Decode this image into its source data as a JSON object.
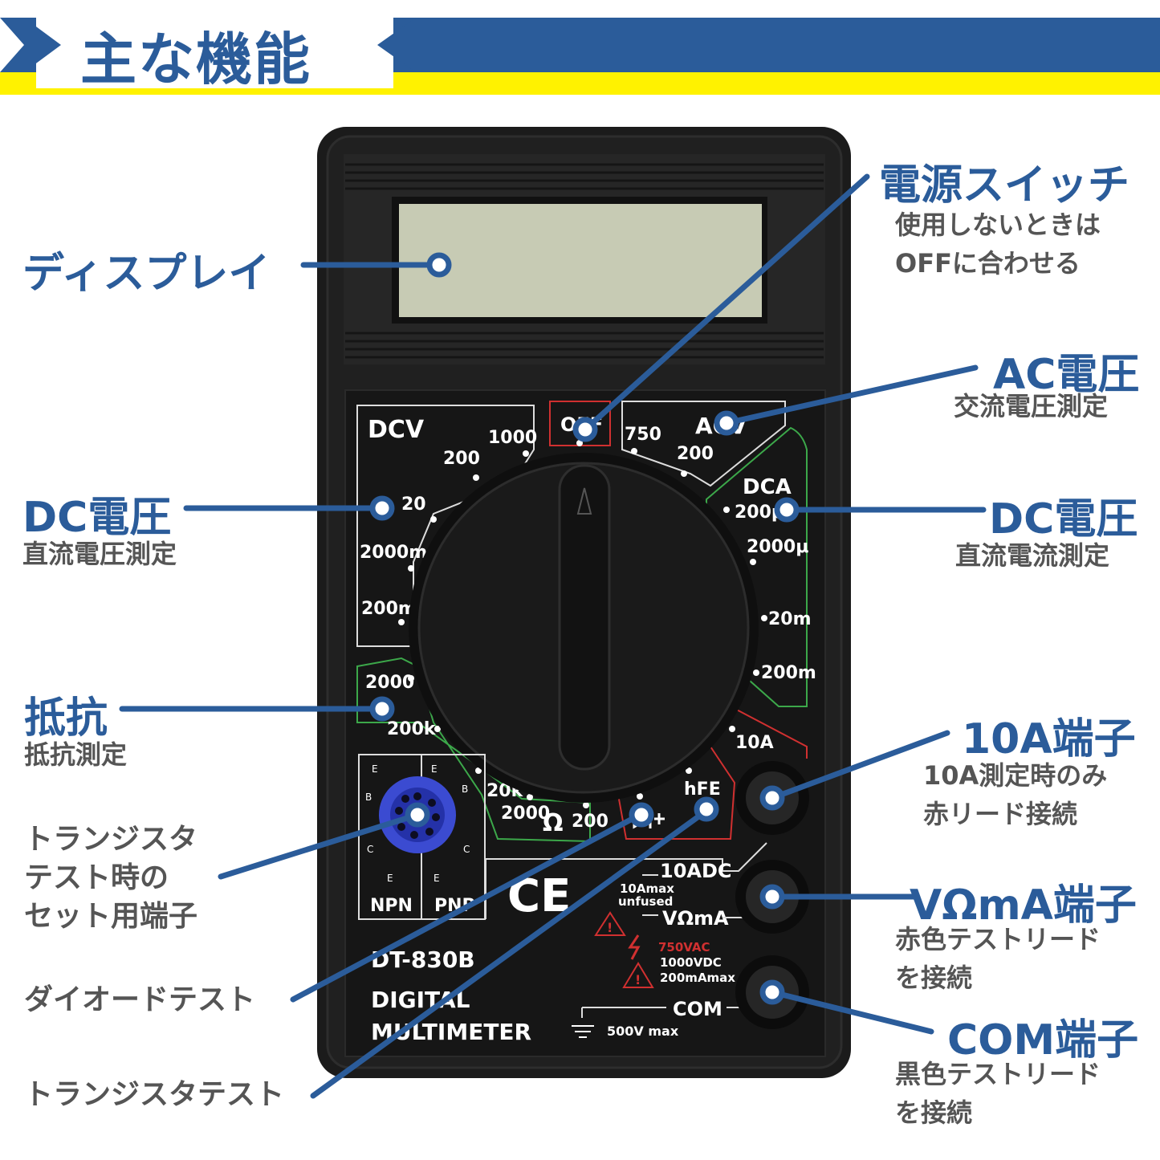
{
  "header": {
    "title": "主な機能"
  },
  "device": {
    "dial": {
      "dcv_label": "DCV",
      "acv_label": "ACV",
      "dca_label": "DCA",
      "off_label": "OFF",
      "dcv_ranges": [
        "1000",
        "200",
        "20",
        "2000m",
        "200m"
      ],
      "acv_ranges": [
        "750",
        "200"
      ],
      "dca_ranges": [
        "200μ",
        "2000μ",
        "20m",
        "200m"
      ],
      "ohm_ranges": [
        "2000",
        "200k",
        "20k",
        "2000",
        "200"
      ],
      "ohm_symbol": "Ω",
      "amp_10": "10A",
      "hfe": "hFE"
    },
    "socket": {
      "npn": "NPN",
      "pnp": "PNP",
      "e": "E",
      "b": "B",
      "c": "C"
    },
    "ce_mark": "CE",
    "terminals": {
      "t10a": "10ADC",
      "t10a_note1": "10Amax",
      "t10a_note2": "unfused",
      "vma": "VΩmA",
      "warn1": "750VAC",
      "warn2": "1000VDC",
      "warn3": "200mAmax",
      "com": "COM",
      "max": "500V max"
    },
    "model": "DT-830B",
    "name1": "DIGITAL",
    "name2": "MULTIMETER"
  },
  "callouts": {
    "display": {
      "title": "ディスプレイ"
    },
    "power": {
      "title": "電源スイッチ",
      "desc1": "使用しないときは",
      "desc2": "OFFに合わせる"
    },
    "acv": {
      "title": "AC電圧",
      "desc": "交流電圧測定"
    },
    "dcv": {
      "title": "DC電圧",
      "desc": "直流電圧測定"
    },
    "dca": {
      "title": "DC電圧",
      "desc": "直流電流測定"
    },
    "resist": {
      "title": "抵抗",
      "desc": "抵抗測定"
    },
    "t10a": {
      "title": "10A端子",
      "desc1": "10A測定時のみ",
      "desc2": "赤リード接続"
    },
    "transistor_socket": {
      "desc1": "トランジスタ",
      "desc2": "テスト時の",
      "desc3": "セット用端子"
    },
    "vma": {
      "title": "VΩmA端子",
      "desc1": "赤色テストリード",
      "desc2": "を接続"
    },
    "diode": {
      "desc": "ダイオードテスト"
    },
    "com": {
      "title": "COM端子",
      "desc1": "黒色テストリード",
      "desc2": "を接続"
    },
    "transistor_test": {
      "desc": "トランジスタテスト"
    }
  },
  "colors": {
    "accent": "#2b5c9a",
    "highlight": "#fff200",
    "body": "#1a1a1a"
  }
}
